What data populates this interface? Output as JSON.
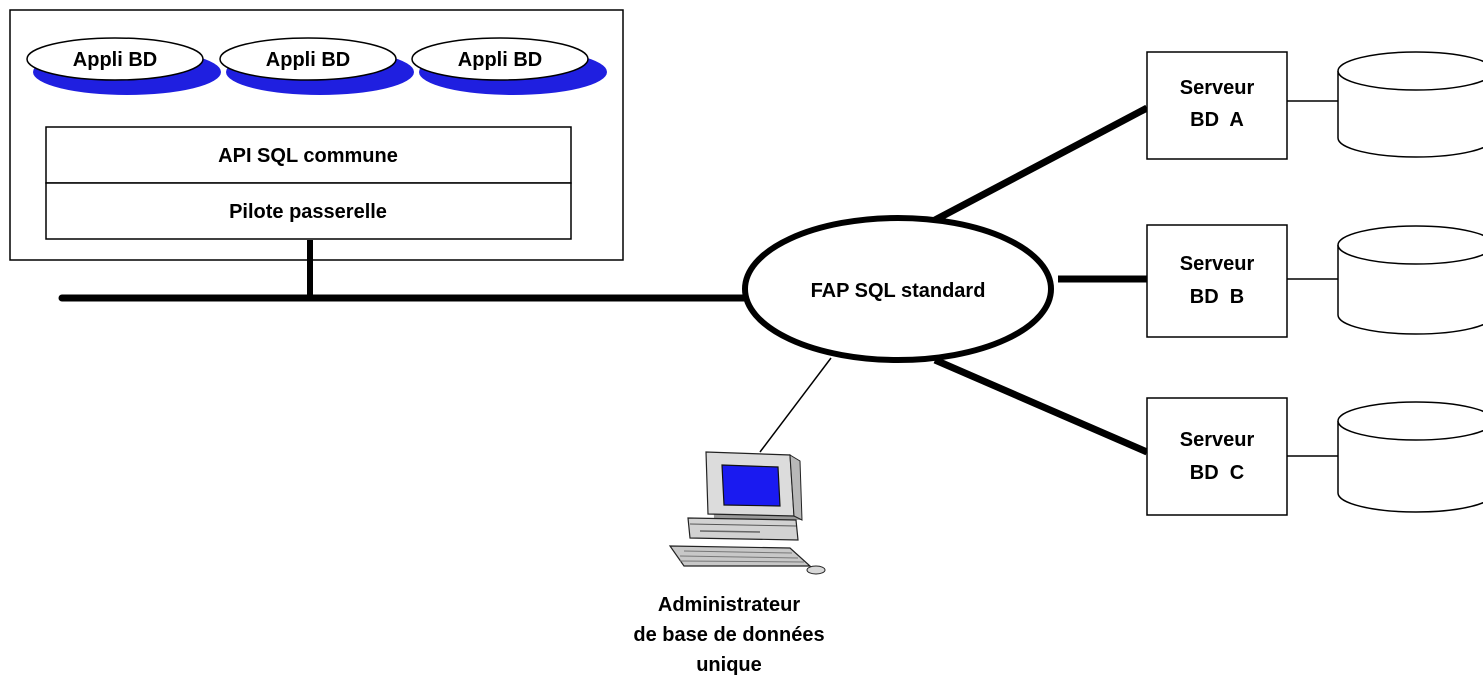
{
  "client_host": {
    "apps": [
      {
        "label": "Appli BD"
      },
      {
        "label": "Appli BD"
      },
      {
        "label": "Appli BD"
      }
    ],
    "api_layer": "API SQL commune",
    "driver_layer": "Pilote passerelle"
  },
  "gateway": {
    "label": "FAP SQL standard"
  },
  "servers": [
    {
      "line1": "Serveur",
      "line2": "BD  A"
    },
    {
      "line1": "Serveur",
      "line2": "BD  B"
    },
    {
      "line1": "Serveur",
      "line2": "BD  C"
    }
  ],
  "admin": {
    "line1": "Administrateur",
    "line2": "de base de données",
    "line3": "unique"
  },
  "colors": {
    "app_shadow": "#1f1fe0",
    "screen": "#1a1af0",
    "line": "#000000"
  }
}
